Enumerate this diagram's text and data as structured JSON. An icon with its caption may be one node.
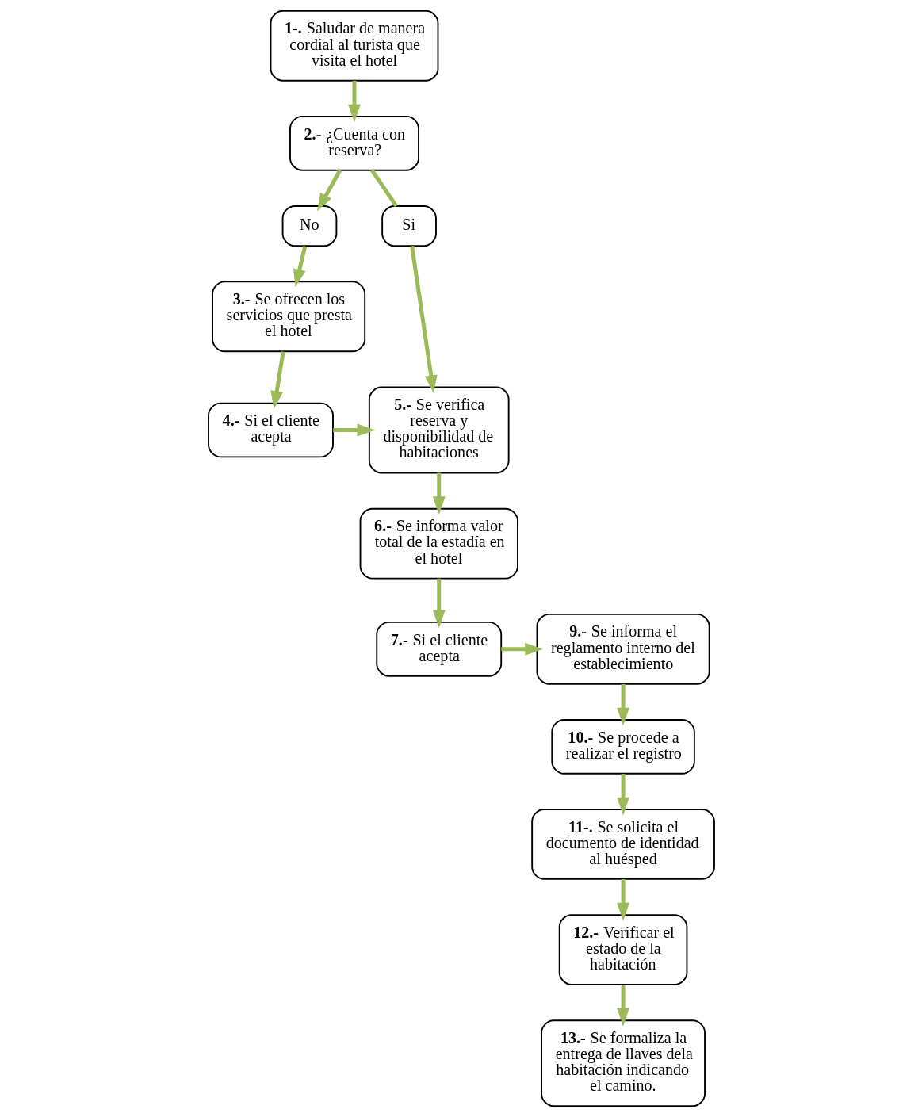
{
  "diagram": {
    "nodes": [
      {
        "text": [
          "**1-.** Saludar de manera cordial al turista que visita el hotel"
        ]
      },
      {
        "text": [
          "**2.-** ¿Cuenta con reserva?"
        ]
      },
      {
        "text": [
          "No"
        ]
      },
      {
        "text": [
          "Si"
        ]
      },
      {
        "text": [
          "**3.-** Se ofrecen los servicios que presta el hotel"
        ]
      },
      {
        "text": [
          "**4.-** Si el cliente acepta"
        ]
      },
      {
        "text": [
          "**5.-** Se verifica reserva y disponibilidad de habitaciones"
        ]
      },
      {
        "text": [
          "**6.-** Se informa valor total de la estadía en el hotel"
        ]
      },
      {
        "text": [
          "**7.-** Si el cliente acepta"
        ]
      },
      {
        "text": [
          "**9.-** Se informa el reglamento interno del establecimiento"
        ]
      },
      {
        "text": [
          "**10.-** Se procede a realizar el registro"
        ]
      },
      {
        "text": [
          "**11-.** Se solicita el documento de identidad al huésped"
        ]
      },
      {
        "text": [
          "**12.-** Verificar el estado de la habitación"
        ]
      },
      {
        "text": [
          "**13.-** Se formaliza la entrega de llaves dela habitación indicando el camino."
        ]
      }
    ],
    "edges": [
      {
        "from": 0,
        "to": 1,
        "arrow": "to"
      },
      {
        "from": 1,
        "to": 2,
        "arrow": "to"
      },
      {
        "from": 1,
        "to": 3,
        "arrow": "none"
      },
      {
        "from": 2,
        "to": 4,
        "arrow": "to"
      },
      {
        "from": 3,
        "to": 6,
        "arrow": "to"
      },
      {
        "from": 4,
        "to": 5,
        "arrow": "to"
      },
      {
        "from": 5,
        "to": 6,
        "arrow": "to"
      },
      {
        "from": 6,
        "to": 7,
        "arrow": "to"
      },
      {
        "from": 7,
        "to": 8,
        "arrow": "to"
      },
      {
        "from": 8,
        "to": 9,
        "arrow": "to"
      },
      {
        "from": 9,
        "to": 10,
        "arrow": "to"
      },
      {
        "from": 10,
        "to": 11,
        "arrow": "to"
      },
      {
        "from": 11,
        "to": 12,
        "arrow": "to"
      },
      {
        "from": 12,
        "to": 13,
        "arrow": "to"
      }
    ]
  }
}
